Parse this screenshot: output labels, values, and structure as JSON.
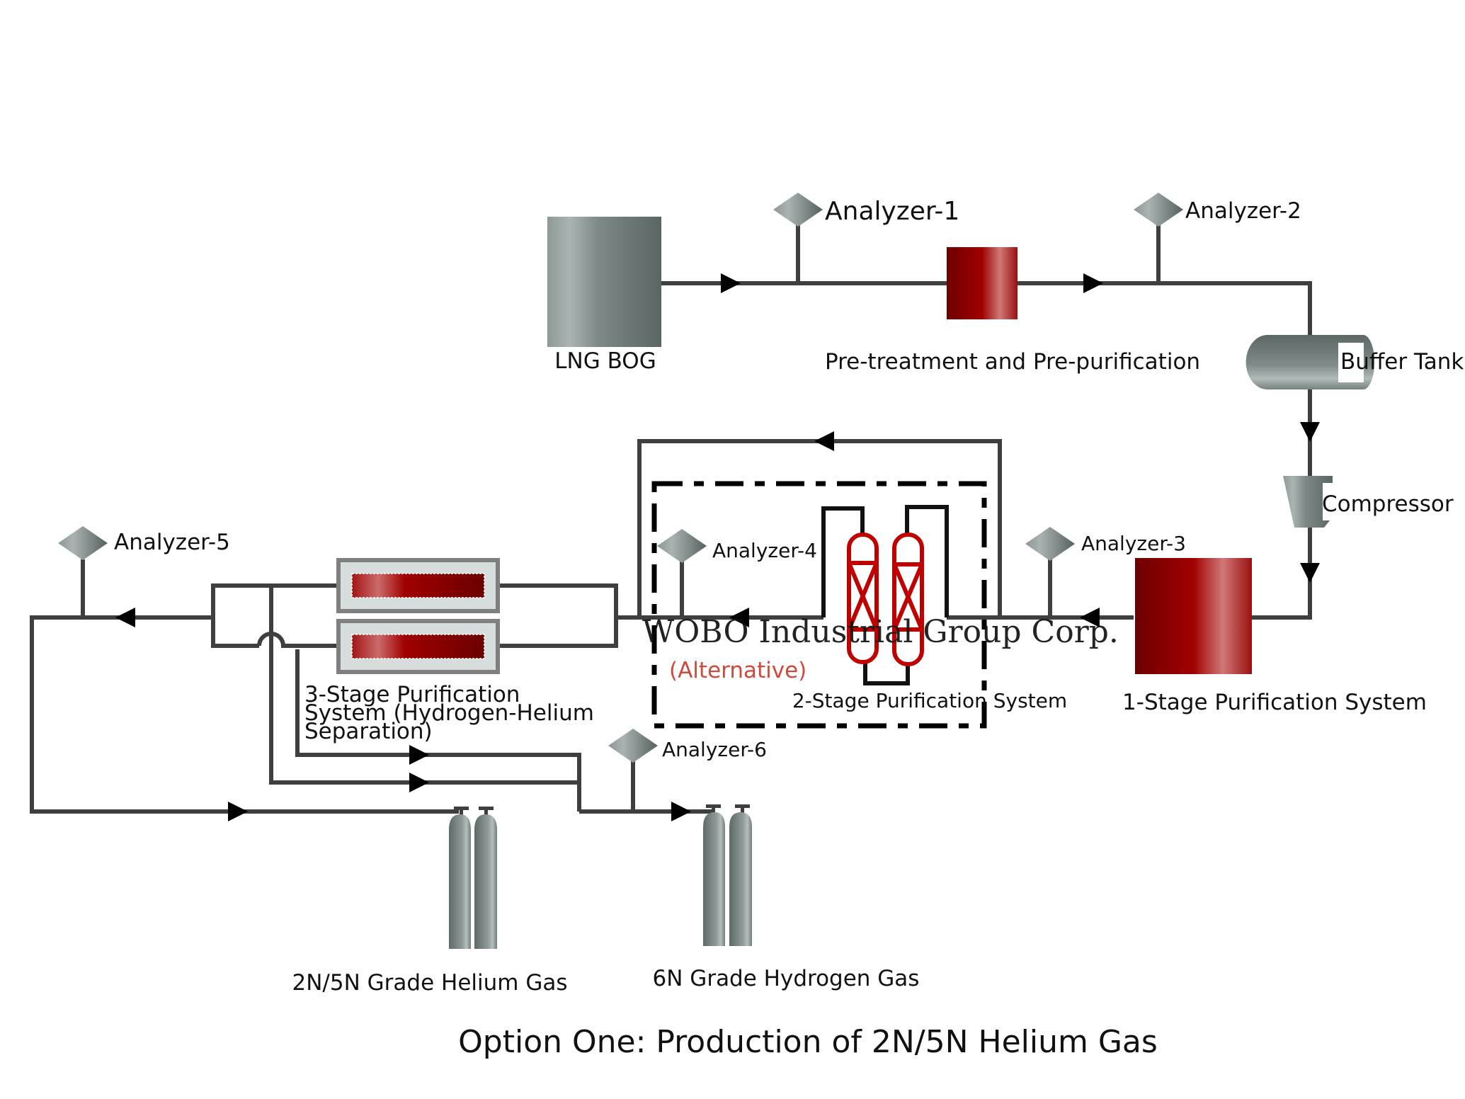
{
  "title": "Option One: Production of 2N/5N Helium Gas",
  "watermark": "WOBO Industrial Group Corp.",
  "equipment": {
    "lng_bog": "LNG BOG",
    "pretreatment": "Pre-treatment and Pre-purification",
    "buffer_tank": "Buffer Tank",
    "compressor": "Compressor",
    "stage1": "1-Stage Purification System",
    "stage2": "2-Stage Purification System",
    "stage2_note": "(Alternative)",
    "stage3_lines": [
      "3-Stage Purification",
      "System (Hydrogen-Helium",
      "Separation)"
    ],
    "helium_product": "2N/5N Grade Helium Gas",
    "hydrogen_product": "6N Grade Hydrogen Gas"
  },
  "analyzers": [
    "Analyzer-1",
    "Analyzer-2",
    "Analyzer-3",
    "Analyzer-4",
    "Analyzer-5",
    "Analyzer-6"
  ],
  "colors": {
    "pipe": "#3f3f3f",
    "equipment_red": "#a00000",
    "equipment_gray": "#6f7d7b",
    "alternative_text": "#cf4a3a",
    "adsorber_outline": "#c00000"
  }
}
